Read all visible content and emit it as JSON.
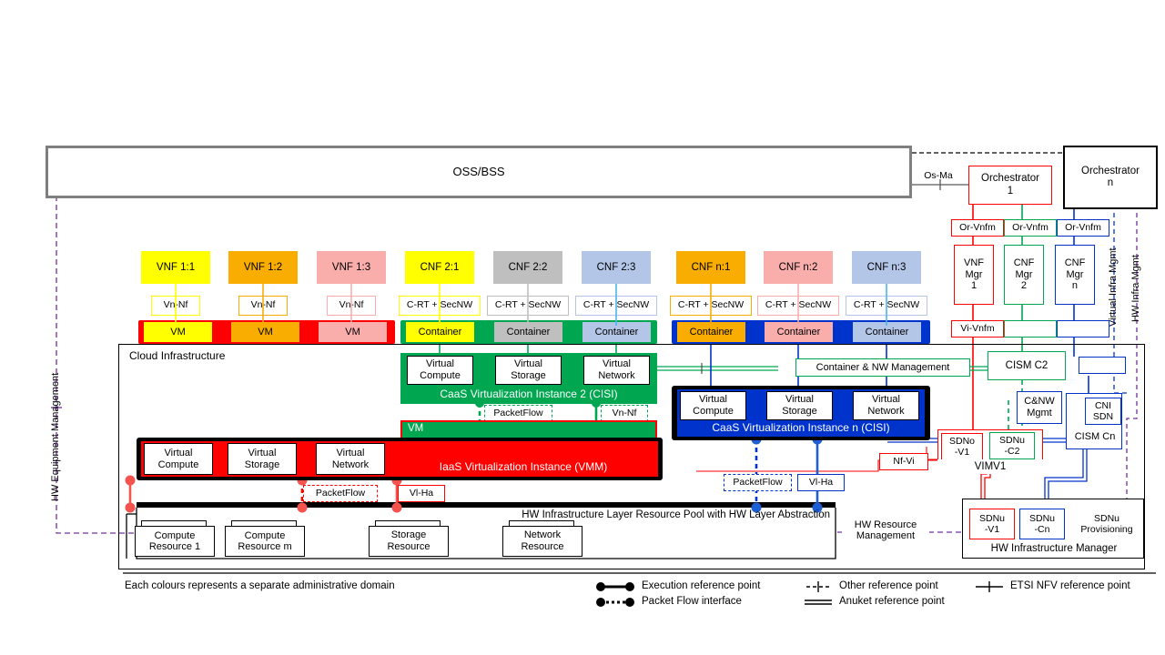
{
  "diagram": {
    "title": "OSS/BSS",
    "footnote": "Each colours represents a separate administrative domain",
    "cloud_label": "Cloud Infrastructure",
    "hw_pool_label": "HW Infrastructure Layer Resource Pool with HW Layer Abstraction"
  },
  "top": {
    "ossbss": "OSS/BSS",
    "os_ma": "Os-Ma",
    "orchestrator_1": "Orchestrator 1",
    "orchestrator_n": "Orchestrator n"
  },
  "functions": [
    {
      "name": "VNF 1:1",
      "color": "#ffff00",
      "ref": "Vn-Nf",
      "exec": "VM",
      "platform": "red"
    },
    {
      "name": "VNF 1:2",
      "color": "#f9ad00",
      "ref": "Vn-Nf",
      "exec": "VM",
      "platform": "red"
    },
    {
      "name": "VNF 1:3",
      "color": "#f9aeac",
      "ref": "Vn-Nf",
      "exec": "VM",
      "platform": "red"
    },
    {
      "name": "CNF 2:1",
      "color": "#ffff00",
      "ref": "C-RT + SecNW",
      "exec": "Container",
      "platform": "green"
    },
    {
      "name": "CNF 2:2",
      "color": "#bfbfbf",
      "ref": "C-RT + SecNW",
      "exec": "Container",
      "platform": "green"
    },
    {
      "name": "CNF 2:3",
      "color": "#b3c6e7",
      "ref": "C-RT + SecNW",
      "exec": "Container",
      "platform": "green"
    },
    {
      "name": "CNF n:1",
      "color": "#f9ad00",
      "ref": "C-RT + SecNW",
      "exec": "Container",
      "platform": "blue"
    },
    {
      "name": "CNF n:2",
      "color": "#f9aeac",
      "ref": "C-RT + SecNW",
      "exec": "Container",
      "platform": "blue"
    },
    {
      "name": "CNF n:3",
      "color": "#b3c6e7",
      "ref": "C-RT + SecNW",
      "exec": "Container",
      "platform": "blue"
    }
  ],
  "caas2": {
    "title": "CaaS Virtualization Instance 2 (CISI)",
    "resources": [
      "Virtual Compute",
      "Virtual Storage",
      "Virtual Network"
    ],
    "vm_label": "VM",
    "refs": [
      "PacketFlow",
      "Vn-Nf"
    ]
  },
  "caasn": {
    "title": "CaaS Virtualization Instance n (CISI)",
    "resources": [
      "Virtual Compute",
      "Virtual Storage",
      "Virtual Network"
    ],
    "refs": [
      "PacketFlow",
      "Vl-Ha"
    ]
  },
  "iaas": {
    "title": "IaaS Virtualization Instance (VMM)",
    "resources": [
      "Virtual Compute",
      "Virtual Storage",
      "Virtual Network"
    ],
    "refs": [
      "PacketFlow",
      "Vl-Ha"
    ]
  },
  "hw_pool": {
    "label": "HW Infrastructure Layer Resource Pool with HW Layer Abstraction",
    "resources": [
      "Compute Resource 1",
      "Compute Resource m",
      "Storage Resource",
      "Network Resource"
    ]
  },
  "management": {
    "or_vnfm": "Or-Vnfm",
    "vi_vnfm": "Vi-Vnfm",
    "managers": [
      {
        "label": "VNF Mgr 1",
        "color": "#ff0000"
      },
      {
        "label": "CNF Mgr 2",
        "color": "#00a650"
      },
      {
        "label": "CNF Mgr n",
        "color": "#0033cc"
      }
    ],
    "container_nw_mgmt": "Container & NW Management",
    "cism_c2": "CISM C2",
    "cism_cn": "CISM Cn",
    "cni_sdn": "CNI SDN",
    "cnw_mgmt": "C&NW Mgmt",
    "nf_vi": "Nf-Vi",
    "vim": "VIMV1",
    "sdno_v1": "SDNo -V1",
    "sdnu_c2": "SDNu -C2",
    "sdnu_v1": "SDNu -V1",
    "sdnu_cn": "SDNu -Cn",
    "sdnu_provisioning": "SDNu Provisioning",
    "hw_infra_manager": "HW Infrastructure Manager"
  },
  "side_labels": {
    "hw_equipment_management": "HW Equipment Management",
    "virtual_infra_mgmt": "Virtual Infra Mgmt",
    "hw_infra_mgmt": "HW Infra Mgmt",
    "hw_resource_management": "HW Resource Management"
  },
  "legend": [
    {
      "id": "execution-reference-point",
      "label": "Execution reference point"
    },
    {
      "id": "packet-flow-interface",
      "label": "Packet Flow interface"
    },
    {
      "id": "other-reference-point",
      "label": "Other reference point"
    },
    {
      "id": "anuket-reference-point",
      "label": "Anuket  reference point"
    },
    {
      "id": "etsi-nfv-reference-point",
      "label": "ETSI NFV reference point"
    }
  ],
  "colors": {
    "red": "#ff0000",
    "green": "#00a650",
    "blue": "#0033cc",
    "purple": "#7030a0",
    "gray": "#808080"
  }
}
